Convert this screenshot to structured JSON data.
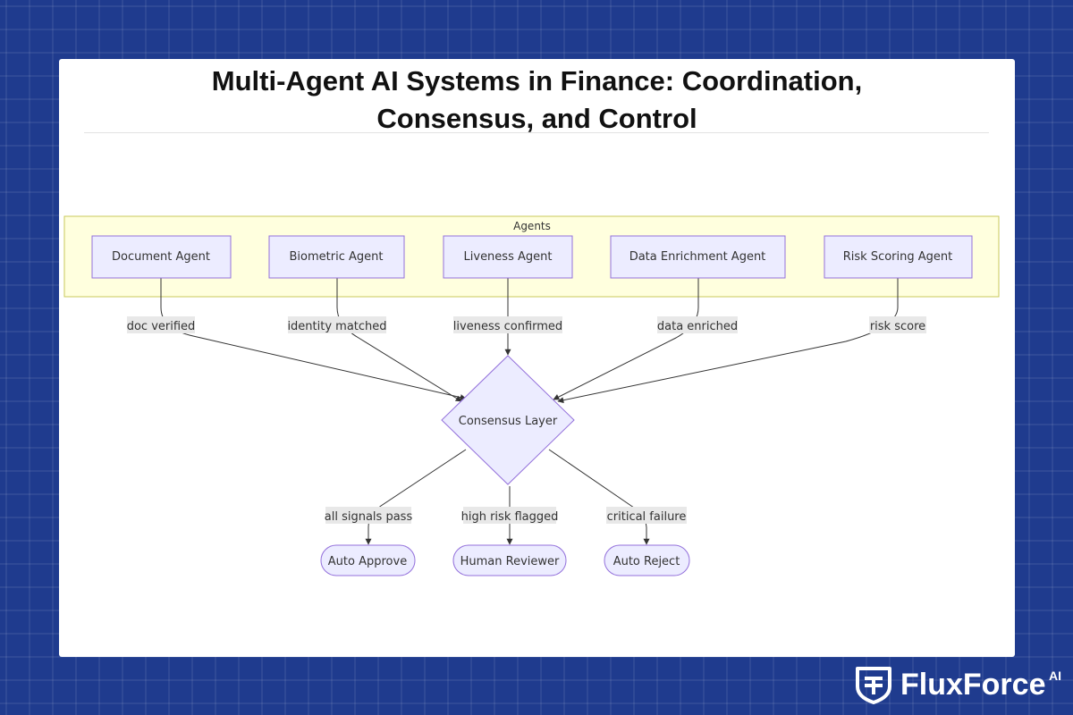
{
  "title_line1": "Multi-Agent AI Systems in Finance: Coordination,",
  "title_line2": "Consensus, and Control",
  "group": {
    "label": "Agents"
  },
  "agents": [
    {
      "id": "document",
      "label": "Document Agent",
      "edge_label": "doc verified"
    },
    {
      "id": "biometric",
      "label": "Biometric Agent",
      "edge_label": "identity matched"
    },
    {
      "id": "liveness",
      "label": "Liveness Agent",
      "edge_label": "liveness confirmed"
    },
    {
      "id": "enrichment",
      "label": "Data Enrichment Agent",
      "edge_label": "data enriched"
    },
    {
      "id": "risk",
      "label": "Risk Scoring Agent",
      "edge_label": "risk score"
    }
  ],
  "consensus": {
    "label": "Consensus Layer"
  },
  "outcomes": [
    {
      "id": "approve",
      "label": "Auto Approve",
      "edge_label": "all signals pass"
    },
    {
      "id": "reviewer",
      "label": "Human Reviewer",
      "edge_label": "high risk flagged"
    },
    {
      "id": "reject",
      "label": "Auto Reject",
      "edge_label": "critical failure"
    }
  ],
  "colors": {
    "node_fill": "#ececff",
    "node_stroke": "#9370db",
    "group_fill": "#ffffde",
    "group_stroke": "#c8c85a",
    "edge": "#333333",
    "edge_label_bg": "#e8e8e8",
    "page_bg": "#1f3b8e"
  },
  "logo": {
    "text": "FluxForce",
    "superscript": "AI",
    "icon": "shield-icon"
  }
}
